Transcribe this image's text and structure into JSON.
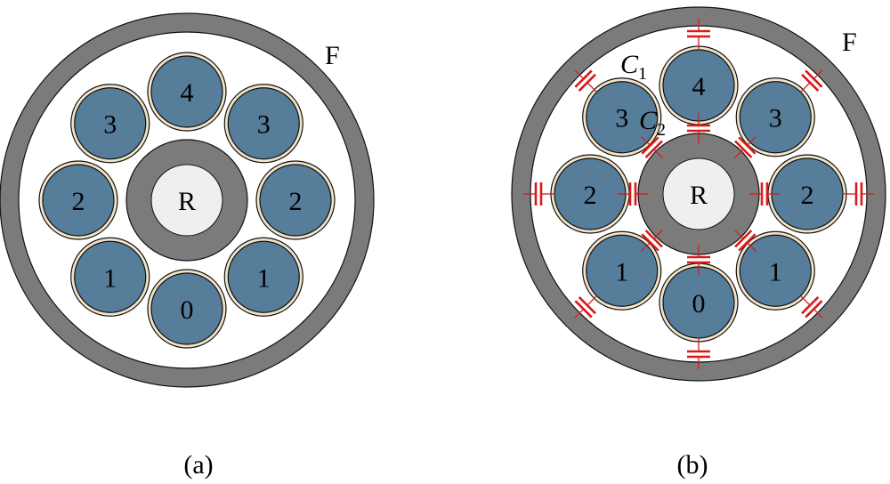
{
  "colors": {
    "sheath": "#7b7b7b",
    "conductor_fill": "#567d9a",
    "conductor_insulation": "#f2e3c8",
    "core": "#efefef",
    "capacitor": "#d91a1a",
    "outline": "#111111"
  },
  "panel_a": {
    "caption": "(a)",
    "ring_label": "F",
    "core_label": "R",
    "conductor_labels": [
      "4",
      "3",
      "2",
      "1",
      "0",
      "1",
      "2",
      "3"
    ]
  },
  "panel_b": {
    "caption": "(b)",
    "ring_label": "F",
    "core_label": "R",
    "conductor_labels": [
      "4",
      "3",
      "2",
      "1",
      "0",
      "1",
      "2",
      "3"
    ],
    "capacitance_labels": [
      {
        "main": "C",
        "sub": "1"
      },
      {
        "main": "C",
        "sub": "2"
      }
    ],
    "capacitor_symbol": "capacitor-icon"
  }
}
